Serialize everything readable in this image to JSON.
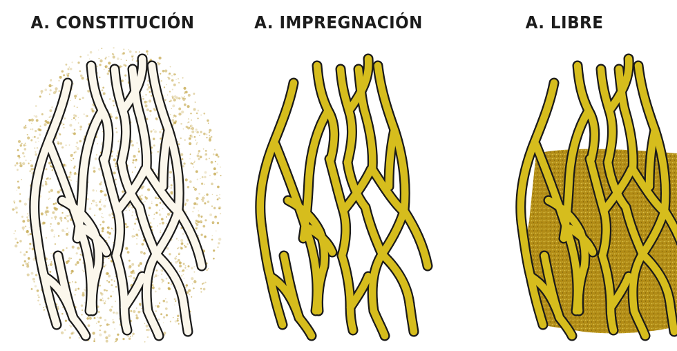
{
  "panels": [
    {
      "id": "constitucion",
      "title": "A. CONSTITUCIÓN",
      "fill": "none",
      "background": "sparse-dots",
      "water_level": "none"
    },
    {
      "id": "impregnacion",
      "title": "A. IMPREGNACIÓN",
      "fill": "full",
      "background": "none",
      "water_level": "none"
    },
    {
      "id": "libre",
      "title": "A. LIBRE",
      "fill": "full",
      "background": "saturated-block",
      "water_level": "top"
    }
  ],
  "colors": {
    "outline": "#1a1a1a",
    "channel_fill": "#d6bd1d",
    "dots": "#c4a64a",
    "saturated": "#b58f17",
    "channel_empty": "#fbf7ec"
  }
}
